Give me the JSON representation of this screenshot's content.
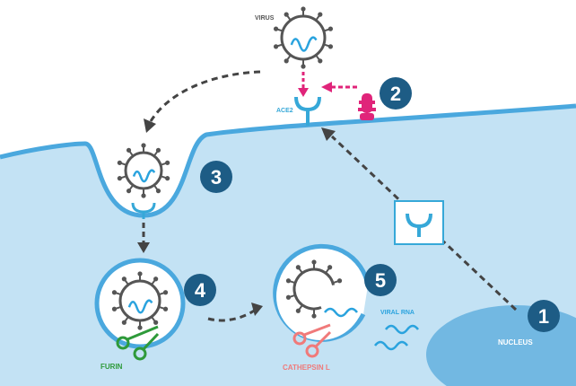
{
  "labels": {
    "virus": "VIRUS",
    "ace2": "ACE2",
    "furin": "FURIN",
    "cathepsin": "CATHEPSIN L",
    "viral_rna": "VIRAL RNA",
    "nucleus": "NUCLEUS"
  },
  "steps": [
    "1",
    "2",
    "3",
    "4",
    "5"
  ],
  "colors": {
    "cell": "#c3e2f4",
    "membrane": "#4aa8de",
    "badge": "#1d5c85",
    "virus_outline": "#555555",
    "rna": "#2aa3de",
    "ace2": "#36a8d8",
    "inhibitor": "#e0247a",
    "furin": "#2e9a3a",
    "cathepsin": "#f07a7a",
    "arrow": "#444444",
    "nucleus": "#72b8e2"
  },
  "icons": {
    "receptor_box": "ace2-receptor-icon",
    "scissors": "scissors-icon",
    "inhibitor": "inhibitor-icon"
  }
}
